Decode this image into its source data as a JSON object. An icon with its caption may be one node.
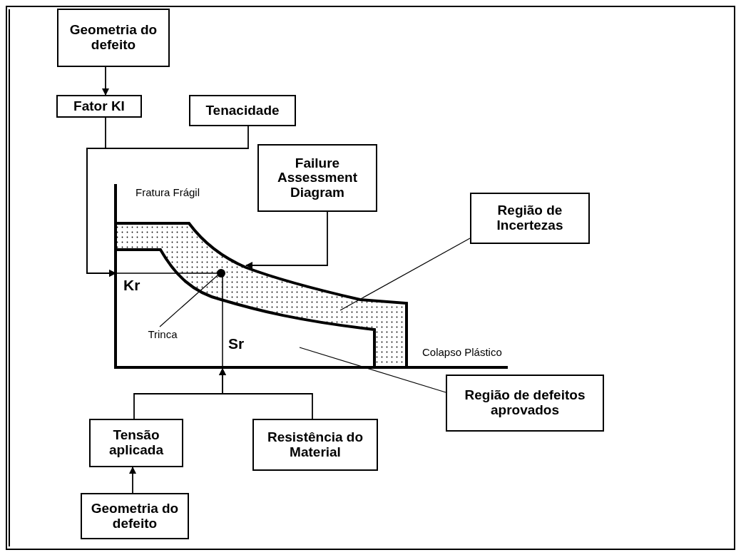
{
  "diagram": {
    "nodes": [
      {
        "text": [
          "Geometria do defeito"
        ]
      },
      {
        "text": [
          "Fator KI"
        ]
      },
      {
        "text": [
          "Tenacidade"
        ]
      },
      {
        "text": [
          "Failure Assessment Diagram"
        ]
      },
      {
        "text": [
          "Região de Incertezas"
        ]
      },
      {
        "text": [
          "Região de defeitos aprovados"
        ]
      },
      {
        "text": [
          "Tensão aplicada"
        ]
      },
      {
        "text": [
          "Resistência do Material"
        ]
      },
      {
        "text": [
          "Geometria do defeito"
        ]
      },
      {
        "text": [],
        "shape": "picture"
      },
      {
        "text": [
          "Trinca"
        ],
        "in": 9
      },
      {
        "text": [],
        "shape": "circle",
        "in": 9
      }
    ],
    "edges": [
      {
        "from": 0,
        "to": 1,
        "arrow": "to"
      },
      {
        "from": 1,
        "to": 9,
        "arrow": "to"
      },
      {
        "from": 2,
        "to": 9,
        "arrow": "to"
      },
      {
        "from": 3,
        "to": 9,
        "arrow": "to"
      },
      {
        "from": 6,
        "to": 9,
        "arrow": "to"
      },
      {
        "from": 7,
        "to": 9,
        "arrow": "to"
      },
      {
        "from": 8,
        "to": 6,
        "arrow": "to"
      },
      {
        "from": 4,
        "to": 9,
        "arrow": "none"
      },
      {
        "from": 5,
        "to": 9,
        "arrow": "none"
      },
      {
        "from": 10,
        "to": 11,
        "arrow": "none"
      }
    ],
    "labels": [
      "Fratura Frágil",
      "Kr",
      "Sr",
      "Colapso Plástico"
    ]
  }
}
